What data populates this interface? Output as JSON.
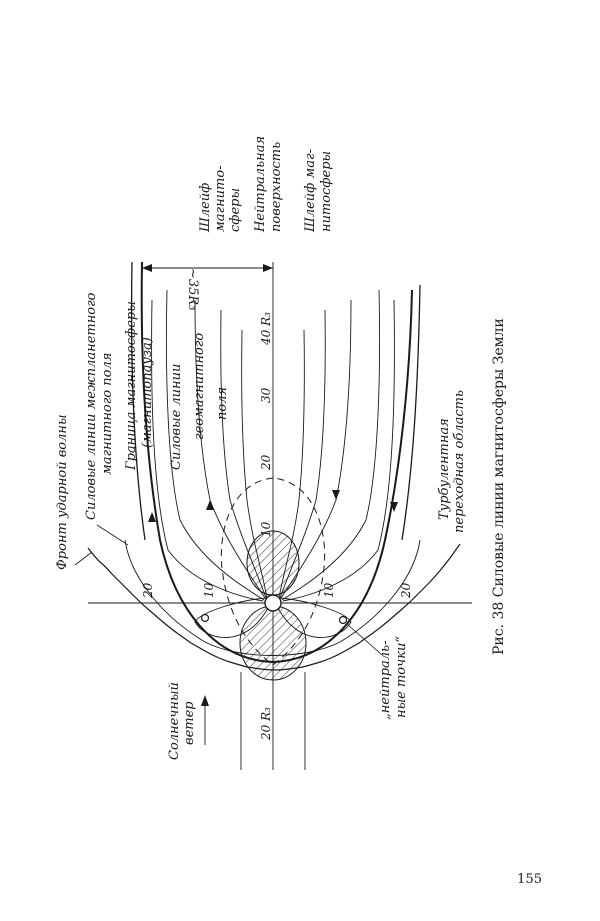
{
  "figure": {
    "caption": "Рис. 38 Силовые линии магнитосферы Земли",
    "labels": {
      "bow_shock": "Фронт ударной волны",
      "imf_1": "Силовые линии межпланетного",
      "imf_2": "магнитного поля",
      "mp_1": "Граница магнитосферы",
      "mp_2": "(магнитопауза)",
      "geo_1": "Силовые линии",
      "geo_2": "геомагнитного",
      "geo_3": "поля",
      "tail_1": "Шлейф",
      "tail_2": "магнито-",
      "tail_3": "сферы",
      "neutral_1": "Нейтральная",
      "neutral_2": "поверхность",
      "tail2_1": "Шлейф маг-",
      "tail2_2": "нитосферы",
      "turb_1": "Турбулентная",
      "turb_2": "переходная область",
      "np_1": "„нейтраль-",
      "np_2": "ные точки“",
      "wind_1": "Солнечный",
      "wind_2": "ветер",
      "dist_35": "~35R₃",
      "dist_20": "20 R₃",
      "axis_40": "40 R₃"
    },
    "axis_ticks": [
      "10",
      "20",
      "30"
    ],
    "side_ticks": [
      "20",
      "10",
      "10",
      "20"
    ]
  },
  "page": {
    "number": "155"
  }
}
